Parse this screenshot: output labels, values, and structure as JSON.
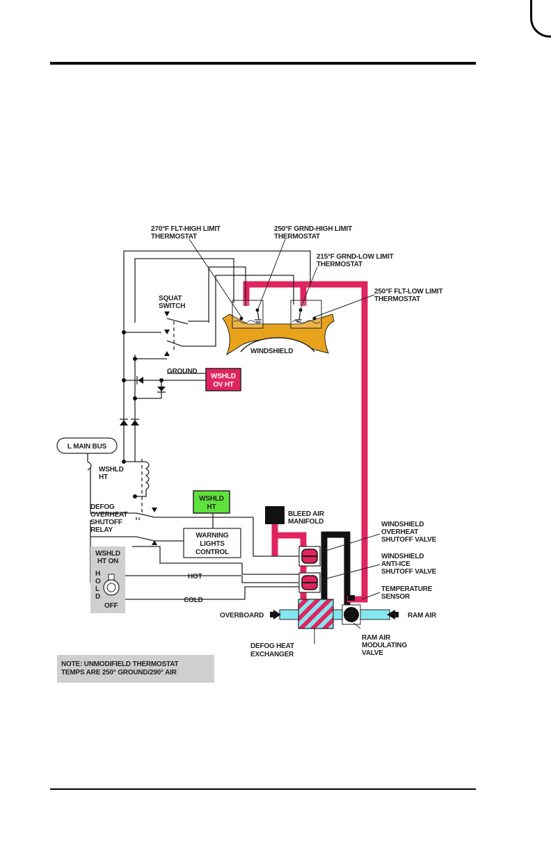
{
  "colors": {
    "duct_red": "#e0245e",
    "duct_black": "#111111",
    "ram_air_cyan": "#86e6f0",
    "thermostat_orange": "#e9a21c",
    "annunciator_red": "#e0245e",
    "annunciator_green": "#5fe13c",
    "panel_gray": "#cfcfcf"
  },
  "labels": {
    "flt_high": [
      "270°F FLT-HIGH LIMIT",
      "THERMOSTAT"
    ],
    "grnd_high": [
      "250°F GRND-HIGH LIMIT",
      "THERMOSTAT"
    ],
    "grnd_low": [
      "215°F GRND-LOW LIMIT",
      "THERMOSTAT"
    ],
    "flt_low": [
      "250°F FLT-LOW LIMIT",
      "THERMOSTAT"
    ],
    "squat": [
      "SQUAT",
      "SWITCH"
    ],
    "windshield": "WINDSHIELD",
    "ground": "GROUND",
    "wshld_ov_ht": [
      "WSHLD",
      "OV HT"
    ],
    "l_main_bus": "L MAIN BUS",
    "wshld_ht_cb": [
      "WSHLD",
      "HT"
    ],
    "relay": [
      "DEFOG",
      "OVERHEAT",
      "SHUTOFF",
      "RELAY"
    ],
    "wshld_ht_light": [
      "WSHLD",
      "HT"
    ],
    "warning": [
      "WARNING",
      "LIGHTS",
      "CONTROL"
    ],
    "bleed": [
      "BLEED AIR",
      "MANIFOLD"
    ],
    "overheat_valve": [
      "WINDSHIELD",
      "OVERHEAT",
      "SHUTOFF VALVE"
    ],
    "antiice_valve": [
      "WINDSHIELD",
      "ANTI-ICE",
      "SHUTOFF VALVE"
    ],
    "temp_sensor": [
      "TEMPERATURE",
      "SENSOR"
    ],
    "overboard": "OVERBOARD",
    "ram_air": "RAM AIR",
    "heat_exchanger": [
      "DEFOG HEAT",
      "EXCHANGER"
    ],
    "ram_valve": [
      "RAM AIR",
      "MODULATING",
      "VALVE"
    ],
    "switch_top": [
      "WSHLD",
      "HT ON"
    ],
    "switch_hold": [
      "H",
      "O",
      "L",
      "D"
    ],
    "switch_off": "OFF",
    "hot": "HOT",
    "cold": "COLD",
    "note": [
      "NOTE: UNMODIFIELD THERMOSTAT",
      "TEMPS ARE 250° GROUND/290° AIR"
    ]
  }
}
